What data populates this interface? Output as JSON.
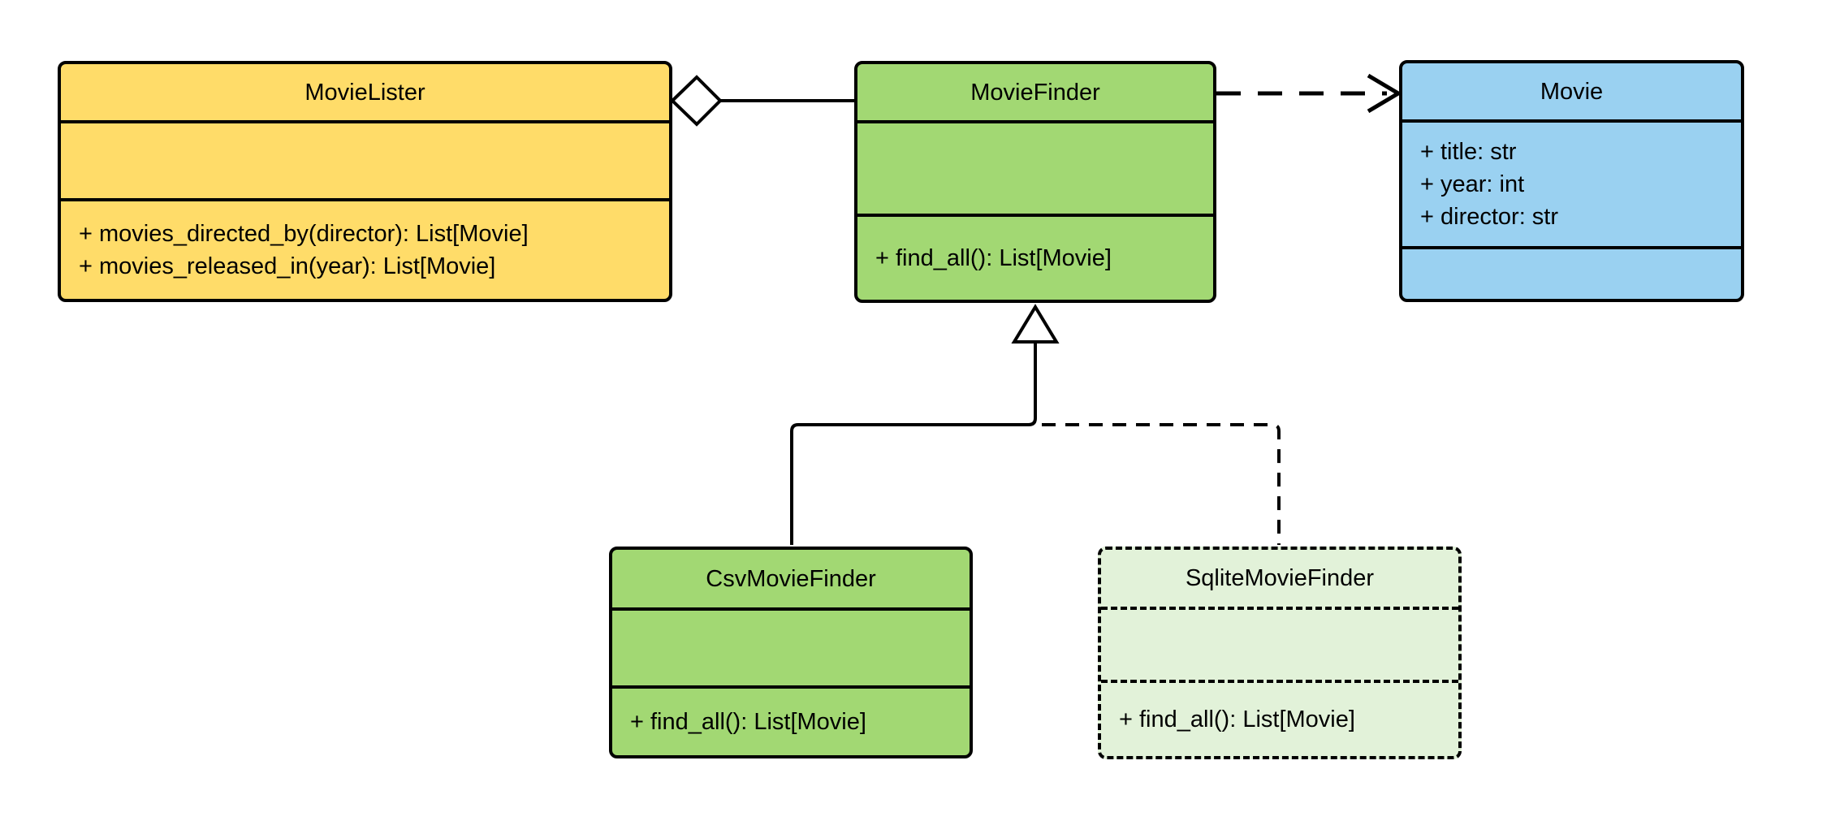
{
  "diagram": {
    "kind": "uml-class-diagram",
    "classes": [
      {
        "name": "MovieLister",
        "attributes": [],
        "methods": [
          "+ movies_directed_by(director): List[Movie]",
          "+ movies_released_in(year): List[Movie]"
        ],
        "fill": "#FFDC69",
        "border_style": "solid"
      },
      {
        "name": "MovieFinder",
        "attributes": [],
        "methods": [
          "+ find_all(): List[Movie]"
        ],
        "fill": "#A2D873",
        "border_style": "solid"
      },
      {
        "name": "Movie",
        "attributes": [
          "+ title: str",
          "+ year: int",
          "+ director: str"
        ],
        "methods": [],
        "fill": "#9AD1F1",
        "border_style": "solid"
      },
      {
        "name": "CsvMovieFinder",
        "attributes": [],
        "methods": [
          "+ find_all(): List[Movie]"
        ],
        "fill": "#A2D873",
        "border_style": "solid"
      },
      {
        "name": "SqliteMovieFinder",
        "attributes": [],
        "methods": [
          "+ find_all(): List[Movie]"
        ],
        "fill": "#E2F2D9",
        "border_style": "dashed"
      }
    ],
    "relationships": [
      {
        "type": "aggregation",
        "from": "MovieLister",
        "to": "MovieFinder",
        "line": "solid",
        "marker": "hollow-diamond"
      },
      {
        "type": "dependency",
        "from": "MovieFinder",
        "to": "Movie",
        "line": "dashed",
        "marker": "open-arrow"
      },
      {
        "type": "generalization",
        "from": "CsvMovieFinder",
        "to": "MovieFinder",
        "line": "solid",
        "marker": "hollow-triangle"
      },
      {
        "type": "generalization",
        "from": "SqliteMovieFinder",
        "to": "MovieFinder",
        "line": "dashed",
        "marker": "hollow-triangle"
      }
    ],
    "colors": {
      "stroke": "#000000",
      "background": "#FFFFFF",
      "yellow": "#FFDC69",
      "green": "#A2D873",
      "blue": "#9AD1F1",
      "pale_green": "#E2F2D9"
    }
  }
}
